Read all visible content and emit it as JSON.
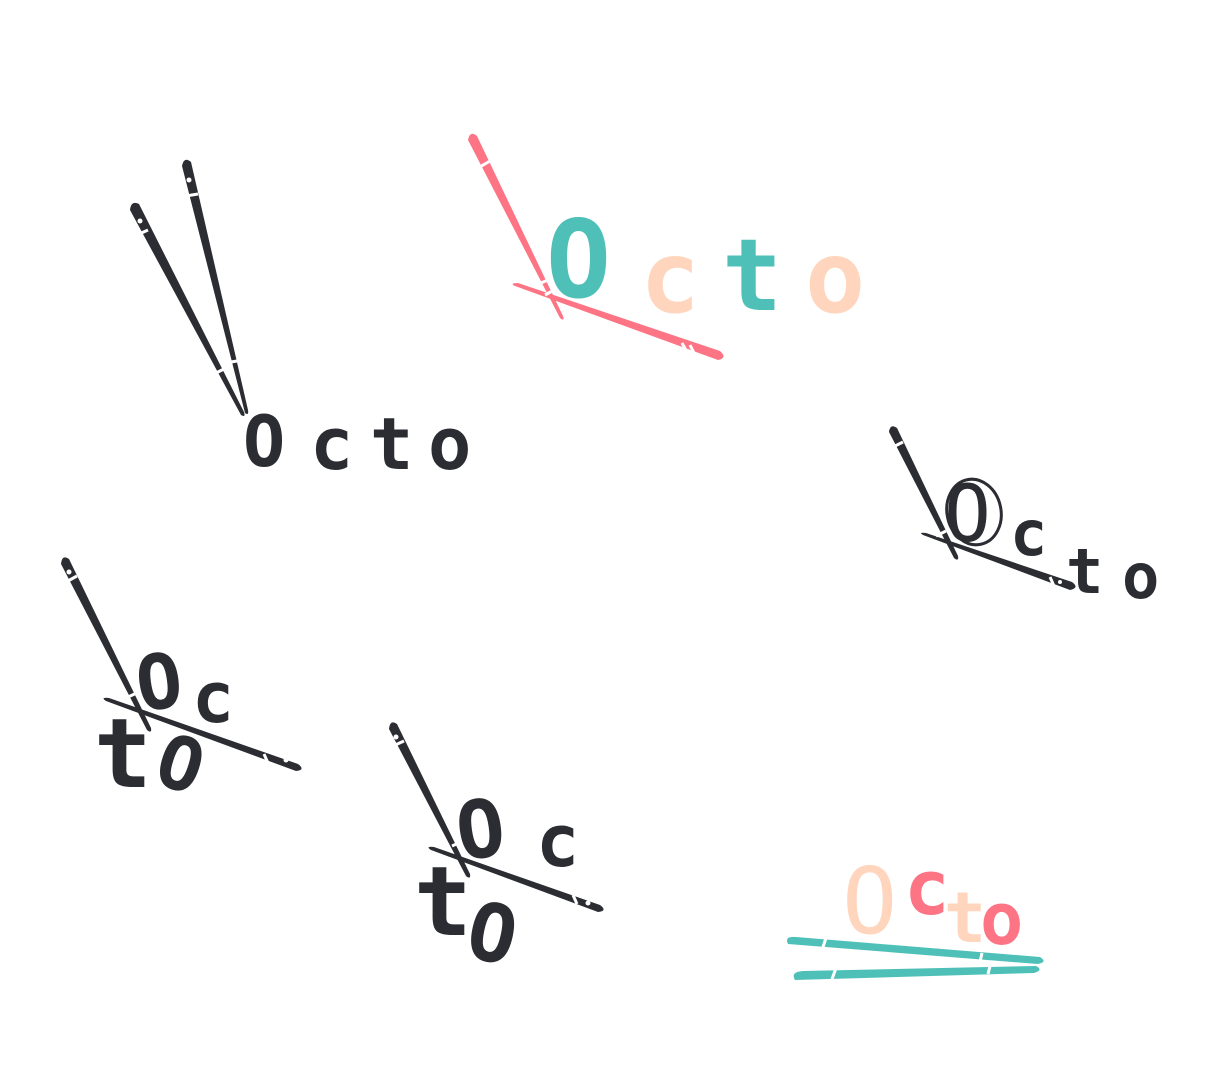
{
  "colors": {
    "dark": "#2b2d33",
    "coral": "#fd7585",
    "teal": "#4ec0b8",
    "peach": "#ffd5bd",
    "background": "#ffffff"
  },
  "variants": [
    {
      "name": "logo-dark-tall-chopsticks",
      "letters": {
        "o": "O",
        "c": "c",
        "t": "t",
        "o2": "o"
      },
      "colors": {
        "letters": "dark",
        "chopsticks": "dark"
      }
    },
    {
      "name": "logo-color-large",
      "letters": {
        "o": "O",
        "c": "c",
        "t": "t",
        "o2": "o"
      },
      "colors": {
        "o": "teal",
        "c": "peach",
        "t": "teal",
        "o2": "peach",
        "chopsticks": "coral"
      }
    },
    {
      "name": "logo-dark-crossed-sticks",
      "letters": {
        "o": "O",
        "c": "c",
        "t": "t",
        "o2": "o"
      },
      "colors": {
        "letters": "dark",
        "chopsticks": "dark"
      }
    },
    {
      "name": "logo-dark-stacked-1",
      "letters": {
        "o": "O",
        "c": "c",
        "t": "t",
        "o2": "O"
      },
      "colors": {
        "letters": "dark",
        "chopsticks": "dark"
      }
    },
    {
      "name": "logo-dark-stacked-2",
      "letters": {
        "o": "O",
        "c": "c",
        "t": "t",
        "o2": "O"
      },
      "colors": {
        "letters": "dark",
        "chopsticks": "dark"
      }
    },
    {
      "name": "logo-color-bouncy",
      "letters": {
        "o": "O",
        "c": "c",
        "t": "t",
        "o2": "o"
      },
      "colors": {
        "o": "peach",
        "c": "coral",
        "t": "peach",
        "o2": "coral",
        "chopsticks": "teal"
      }
    }
  ]
}
